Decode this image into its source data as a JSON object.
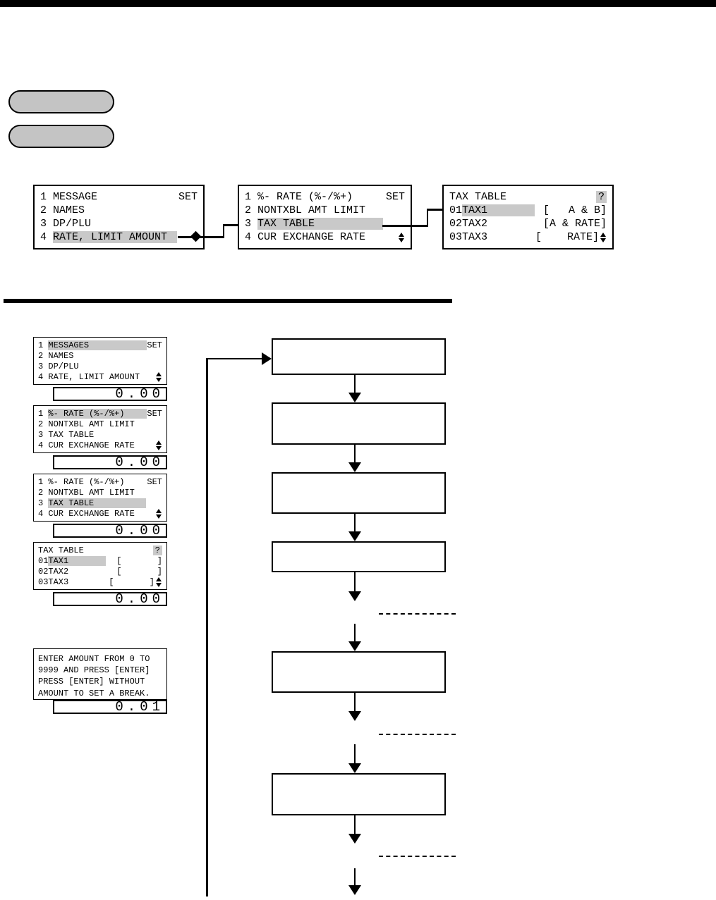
{
  "colors": {
    "highlight": "#c9c9c9",
    "key_fill": "#c4c4c4",
    "line": "#000000"
  },
  "screens": {
    "nav_main": {
      "rows": [
        {
          "pre": "1 ",
          "text": "MESSAGE",
          "right": "SET"
        },
        {
          "pre": "2 ",
          "text": "NAMES"
        },
        {
          "pre": "3 ",
          "text": "DP/PLU"
        },
        {
          "pre": "4 ",
          "text": "RATE, LIMIT AMOUNT",
          "hl": true,
          "hlw": 176
        }
      ]
    },
    "nav_rate": {
      "rows": [
        {
          "pre": "1 ",
          "text": "%- RATE (%-/%+)",
          "right": "SET"
        },
        {
          "pre": "2 ",
          "text": "NONTXBL AMT LIMIT"
        },
        {
          "pre": "3 ",
          "text": "TAX TABLE",
          "hl": true,
          "hlw": 178
        },
        {
          "pre": "4 ",
          "text": "CUR EXCHANGE RATE",
          "updown": true
        }
      ]
    },
    "nav_tax": {
      "rows": [
        {
          "pre": "",
          "text": "TAX TABLE",
          "help": "?"
        },
        {
          "pre": "01",
          "text": "TAX1",
          "hl": true,
          "hlw": 103,
          "right": "[   A & B]"
        },
        {
          "pre": "02",
          "text": "TAX2",
          "right": "[A & RATE]"
        },
        {
          "pre": "03",
          "text": "TAX3",
          "right": "[    RATE]",
          "updown": true
        }
      ]
    },
    "step_main": {
      "value": "0.00",
      "rows": [
        {
          "pre": "1 ",
          "text": "MESSAGES",
          "hl": true,
          "hlw": 140,
          "right": "SET"
        },
        {
          "pre": "2 ",
          "text": "NAMES"
        },
        {
          "pre": "3 ",
          "text": "DP/PLU"
        },
        {
          "pre": "4 ",
          "text": "RATE, LIMIT AMOUNT",
          "updown": true
        }
      ]
    },
    "step_rate1": {
      "value": "0.00",
      "rows": [
        {
          "pre": "1 ",
          "text": "%- RATE (%-/%+)",
          "hl": true,
          "hlw": 140,
          "right": "SET"
        },
        {
          "pre": "2 ",
          "text": "NONTXBL AMT LIMIT"
        },
        {
          "pre": "3 ",
          "text": "TAX TABLE"
        },
        {
          "pre": "4 ",
          "text": "CUR EXCHANGE RATE",
          "updown": true
        }
      ]
    },
    "step_rate2": {
      "value": "0.00",
      "rows": [
        {
          "pre": "1 ",
          "text": "%- RATE (%-/%+)",
          "right": "SET"
        },
        {
          "pre": "2 ",
          "text": "NONTXBL AMT LIMIT"
        },
        {
          "pre": "3 ",
          "text": "TAX TABLE",
          "hl": true,
          "hlw": 139
        },
        {
          "pre": "4 ",
          "text": "CUR EXCHANGE RATE",
          "updown": true
        }
      ]
    },
    "step_tax": {
      "value": "0.00",
      "rows": [
        {
          "pre": "",
          "text": "TAX TABLE",
          "help": "?"
        },
        {
          "pre": "01",
          "text": "TAX1",
          "hl": true,
          "hlw": 82,
          "right": "[       ]"
        },
        {
          "pre": "02",
          "text": "TAX2",
          "right": "[       ]"
        },
        {
          "pre": "03",
          "text": "TAX3",
          "right": "[       ]",
          "updown": true
        }
      ]
    },
    "step_prompt": {
      "value": "0.01",
      "lines": [
        "ENTER AMOUNT FROM 0 TO",
        "9999 AND PRESS [ENTER]",
        "PRESS [ENTER] WITHOUT",
        "AMOUNT TO SET A BREAK."
      ]
    }
  }
}
